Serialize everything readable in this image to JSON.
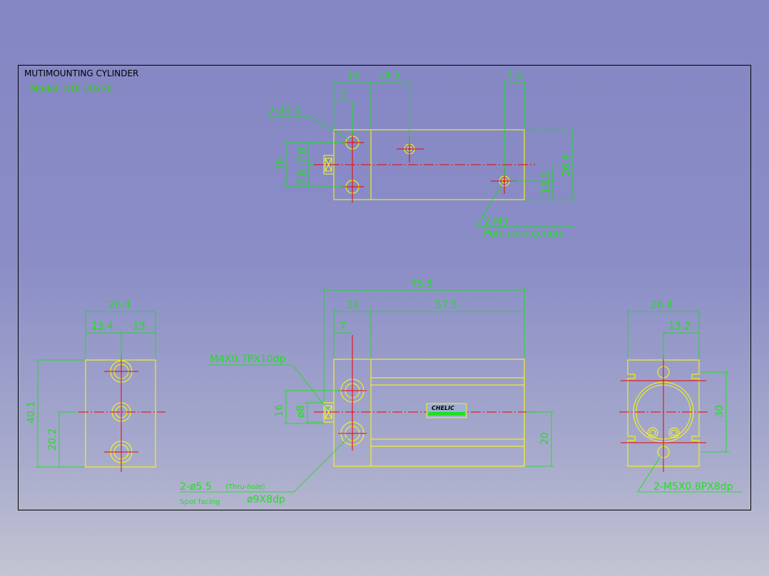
{
  "drawing": {
    "title": "MUTIMOUNTING CYLINDER",
    "model": "Model: NDI 20x30",
    "brand": "CHELIC",
    "colors": {
      "background": "#8486c4",
      "frame": "#000000",
      "outline": "#ffff00",
      "dimension": "#00ee00",
      "centerline": "#ee0000"
    },
    "top_view": {
      "dims": [
        "14",
        "14.5",
        "7.5",
        "7",
        "26.4",
        "16",
        "7.8",
        "7.8",
        "13.2"
      ],
      "note_holes": "2-ø5.5",
      "note_ports": "2-M5",
      "note_ports_sub": "Port connection"
    },
    "side_view": {
      "dims": [
        "26.4",
        "13.4",
        "13",
        "40.1",
        "20.2"
      ]
    },
    "front_view": {
      "dims": [
        "75.5",
        "14",
        "57.5",
        "7",
        "16",
        "ø8",
        "20"
      ],
      "note_thread": "M4X0.7PX10dp",
      "note_holes": "2-ø5.5",
      "note_holes_sub": "(Thru-hole)",
      "note_spot": "Spot facing",
      "note_spot_val": "ø9X8dp"
    },
    "end_view": {
      "dims": [
        "26.4",
        "13.2",
        "30"
      ],
      "note_thread": "2-M5X0.8PX8dp"
    }
  }
}
